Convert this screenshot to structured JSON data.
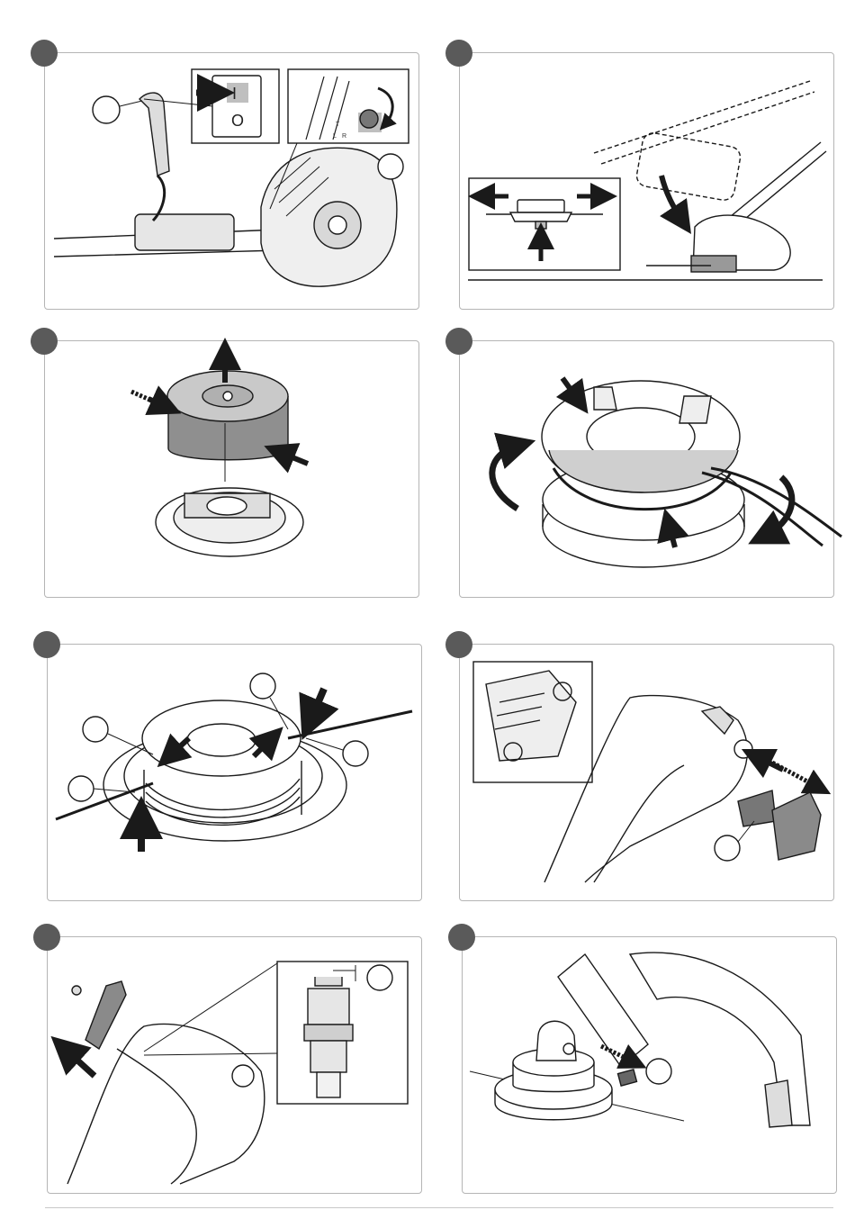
{
  "page": {
    "title": ""
  },
  "panels": [
    {
      "id": "p1",
      "callouts": [
        "",
        ""
      ],
      "switch": {
        "on_label": "I",
        "off_label": "O"
      },
      "lever_marks": [
        "T",
        "L",
        "R"
      ]
    },
    {
      "id": "p2"
    },
    {
      "id": "p3"
    },
    {
      "id": "p4"
    },
    {
      "id": "p5",
      "callouts": [
        "",
        "",
        "",
        ""
      ]
    },
    {
      "id": "p6",
      "callouts": [
        ""
      ]
    },
    {
      "id": "p7",
      "callouts": [
        ""
      ]
    },
    {
      "id": "p8",
      "callouts": [
        ""
      ]
    }
  ],
  "colors": {
    "badge": "#5a5a5a",
    "border": "#b5b5b5",
    "line": "#1a1a1a",
    "fill_gray": "#8a8a8a"
  },
  "icons": [
    "arrow-icon",
    "rotation-arrow-icon",
    "spark-plug-icon",
    "spool-icon",
    "air-filter-icon"
  ]
}
